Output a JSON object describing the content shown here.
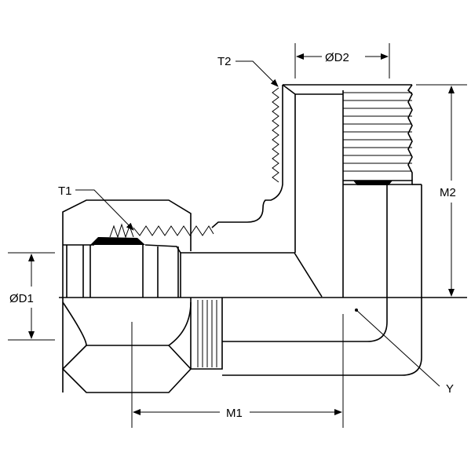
{
  "labels": {
    "t2": "T2",
    "d2": "ØD2",
    "t1": "T1",
    "d1": "ØD1",
    "m2": "M2",
    "m1": "M1",
    "y": "Y"
  },
  "colors": {
    "line": "#000000",
    "background": "#ffffff"
  }
}
